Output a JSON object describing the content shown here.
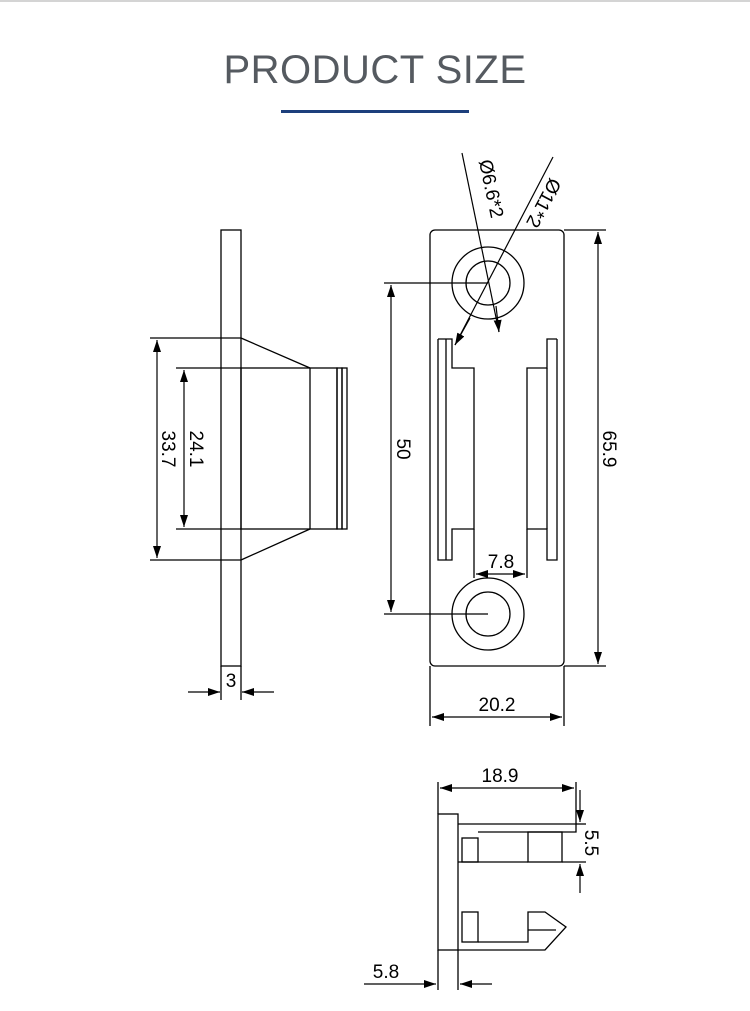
{
  "header": {
    "title": "PRODUCT SIZE"
  },
  "colors": {
    "title": "#555a60",
    "underline": "#1d3f7c",
    "line": "#000000"
  },
  "dimensions": {
    "hole_small": "Ø6.6*2",
    "hole_large": "Ø11*2",
    "side_outer_height": "33.7",
    "side_inner_height": "24.1",
    "plate_thickness": "3",
    "hole_spacing": "50",
    "total_height": "65.9",
    "slot_width": "7.8",
    "total_width": "20.2",
    "bottom_width": "18.9",
    "bottom_depth": "5.5",
    "base_thickness": "5.8"
  }
}
